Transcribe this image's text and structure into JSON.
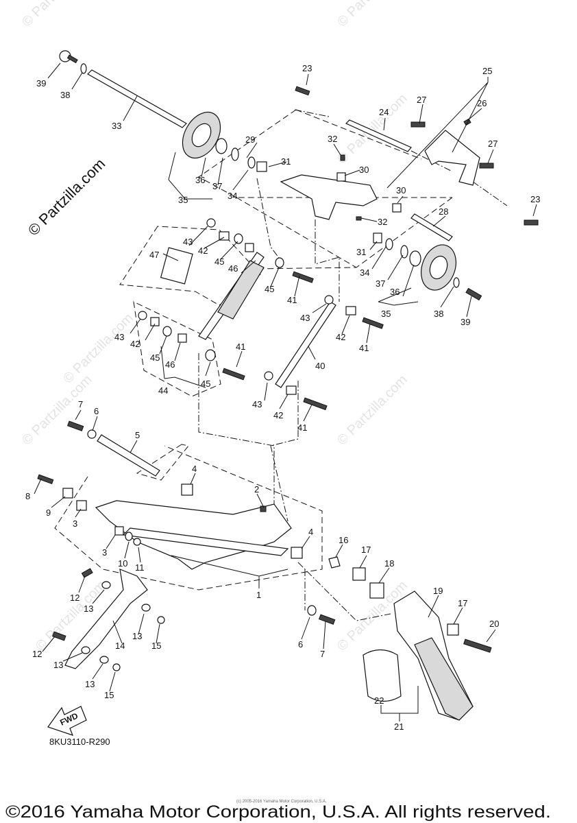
{
  "watermarks": {
    "small": "© Partzilla.com",
    "brand": "© Partzilla.com"
  },
  "callouts": [
    {
      "id": "39a",
      "text": "39"
    },
    {
      "id": "38a",
      "text": "38"
    },
    {
      "id": "33",
      "text": "33"
    },
    {
      "id": "23a",
      "text": "23"
    },
    {
      "id": "25",
      "text": "25"
    },
    {
      "id": "24",
      "text": "24"
    },
    {
      "id": "27a",
      "text": "27"
    },
    {
      "id": "26",
      "text": "26"
    },
    {
      "id": "27b",
      "text": "27"
    },
    {
      "id": "29",
      "text": "29"
    },
    {
      "id": "32a",
      "text": "32"
    },
    {
      "id": "31a",
      "text": "31"
    },
    {
      "id": "30a",
      "text": "30"
    },
    {
      "id": "30b",
      "text": "30"
    },
    {
      "id": "23b",
      "text": "23"
    },
    {
      "id": "36a",
      "text": "36"
    },
    {
      "id": "37a",
      "text": "37"
    },
    {
      "id": "34a",
      "text": "34"
    },
    {
      "id": "35a",
      "text": "35"
    },
    {
      "id": "32b",
      "text": "32"
    },
    {
      "id": "28",
      "text": "28"
    },
    {
      "id": "43a",
      "text": "43"
    },
    {
      "id": "42a",
      "text": "42"
    },
    {
      "id": "47",
      "text": "47"
    },
    {
      "id": "45a",
      "text": "45"
    },
    {
      "id": "46a",
      "text": "46"
    },
    {
      "id": "45b",
      "text": "45"
    },
    {
      "id": "41a",
      "text": "41"
    },
    {
      "id": "31b",
      "text": "31"
    },
    {
      "id": "34b",
      "text": "34"
    },
    {
      "id": "37b",
      "text": "37"
    },
    {
      "id": "36b",
      "text": "36"
    },
    {
      "id": "35b",
      "text": "35"
    },
    {
      "id": "38b",
      "text": "38"
    },
    {
      "id": "39b",
      "text": "39"
    },
    {
      "id": "43b",
      "text": "43"
    },
    {
      "id": "42b",
      "text": "42"
    },
    {
      "id": "41b",
      "text": "41"
    },
    {
      "id": "43c",
      "text": "43"
    },
    {
      "id": "42c",
      "text": "42"
    },
    {
      "id": "45c",
      "text": "45"
    },
    {
      "id": "46b",
      "text": "46"
    },
    {
      "id": "44",
      "text": "44"
    },
    {
      "id": "45d",
      "text": "45"
    },
    {
      "id": "41c",
      "text": "41"
    },
    {
      "id": "40",
      "text": "40"
    },
    {
      "id": "43d",
      "text": "43"
    },
    {
      "id": "42d",
      "text": "42"
    },
    {
      "id": "41d",
      "text": "41"
    },
    {
      "id": "7a",
      "text": "7"
    },
    {
      "id": "6a",
      "text": "6"
    },
    {
      "id": "5",
      "text": "5"
    },
    {
      "id": "4a",
      "text": "4"
    },
    {
      "id": "8",
      "text": "8"
    },
    {
      "id": "9",
      "text": "9"
    },
    {
      "id": "3a",
      "text": "3"
    },
    {
      "id": "2",
      "text": "2"
    },
    {
      "id": "3b",
      "text": "3"
    },
    {
      "id": "10",
      "text": "10"
    },
    {
      "id": "11",
      "text": "11"
    },
    {
      "id": "4b",
      "text": "4"
    },
    {
      "id": "16",
      "text": "16"
    },
    {
      "id": "17a",
      "text": "17"
    },
    {
      "id": "18",
      "text": "18"
    },
    {
      "id": "1",
      "text": "1"
    },
    {
      "id": "12a",
      "text": "12"
    },
    {
      "id": "13a",
      "text": "13"
    },
    {
      "id": "19",
      "text": "19"
    },
    {
      "id": "17b",
      "text": "17"
    },
    {
      "id": "13b",
      "text": "13"
    },
    {
      "id": "15a",
      "text": "15"
    },
    {
      "id": "14",
      "text": "14"
    },
    {
      "id": "12b",
      "text": "12"
    },
    {
      "id": "6b",
      "text": "6"
    },
    {
      "id": "7b",
      "text": "7"
    },
    {
      "id": "20",
      "text": "20"
    },
    {
      "id": "13c",
      "text": "13"
    },
    {
      "id": "13d",
      "text": "13"
    },
    {
      "id": "15b",
      "text": "15"
    },
    {
      "id": "22",
      "text": "22"
    },
    {
      "id": "21",
      "text": "21"
    }
  ],
  "fwd_label": "FWD",
  "diagram_code": "8KU3110-R290",
  "tiny_credit": "(c) 2005-2016 Yamaha Motor Corporation, U.S.A.",
  "copyright": "©2016 Yamaha Motor Corporation, U.S.A. All rights reserved."
}
